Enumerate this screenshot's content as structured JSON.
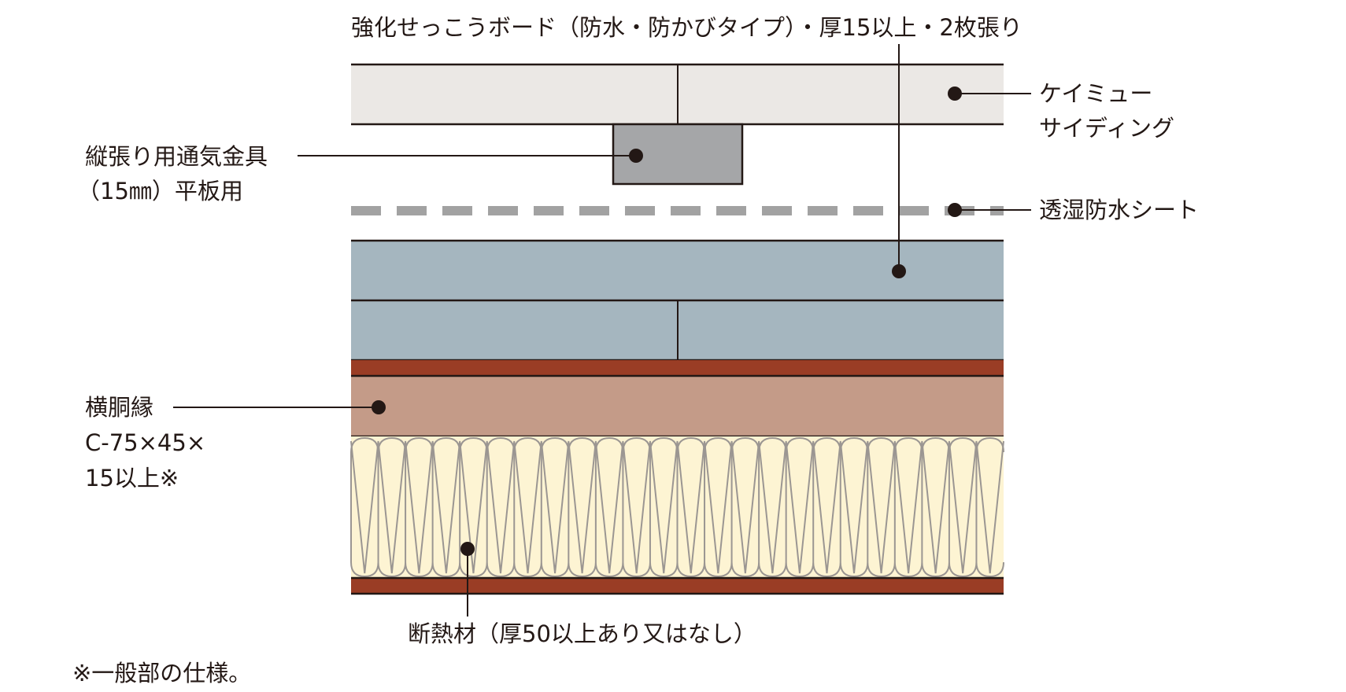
{
  "labels": {
    "gypsum_board": "強化せっこうボード（防水・防かびタイプ）・厚15以上・2枚張り",
    "siding_line1": "ケイミュー",
    "siding_line2": "サイディング",
    "bracket_line1": "縦張り用通気金具",
    "bracket_line2": "（15㎜）平板用",
    "membrane": "透湿防水シート",
    "furring_line1": "横胴縁",
    "furring_line2": "C-75×45×",
    "furring_line3": "15以上※",
    "insulation": "断熱材（厚50以上あり又はなし）",
    "footnote": "※一般部の仕様。"
  },
  "colors": {
    "siding": "#ebe8e5",
    "bracket": "#a5a6a8",
    "membrane_dash": "#a2a2a2",
    "gypsum_board": "#a5b6bf",
    "steel_flange": "#9a3d25",
    "furring_web": "#c49b88",
    "insulation_fill": "#fdf4d3",
    "insulation_line": "#9b9692",
    "outline": "#231815"
  }
}
